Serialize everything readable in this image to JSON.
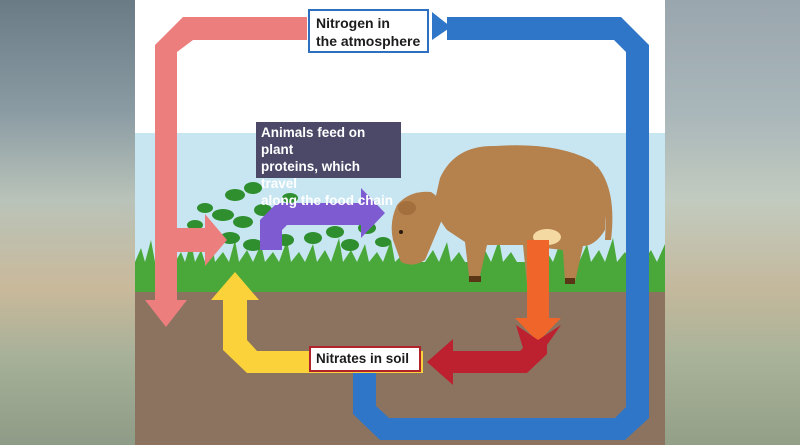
{
  "diagram": {
    "atmosphere_label": "Nitrogen in\nthe atmosphere",
    "soil_label": "Nitrates in soil",
    "animal_note": "Animals feed on plant\nproteins, which travel\nalong the food chain"
  },
  "colors": {
    "sky": "#c8e6f2",
    "soil": "#8b7360",
    "grass": "#4aa83a",
    "cow": "#b5814d",
    "arrow_pink": "#ec7e7e",
    "arrow_blue": "#2f76c9",
    "arrow_purple": "#7f5bd1",
    "arrow_yellow": "#fbd23a",
    "arrow_orange": "#f0652a",
    "arrow_red": "#bd202e",
    "note_bg": "#4c4868"
  }
}
